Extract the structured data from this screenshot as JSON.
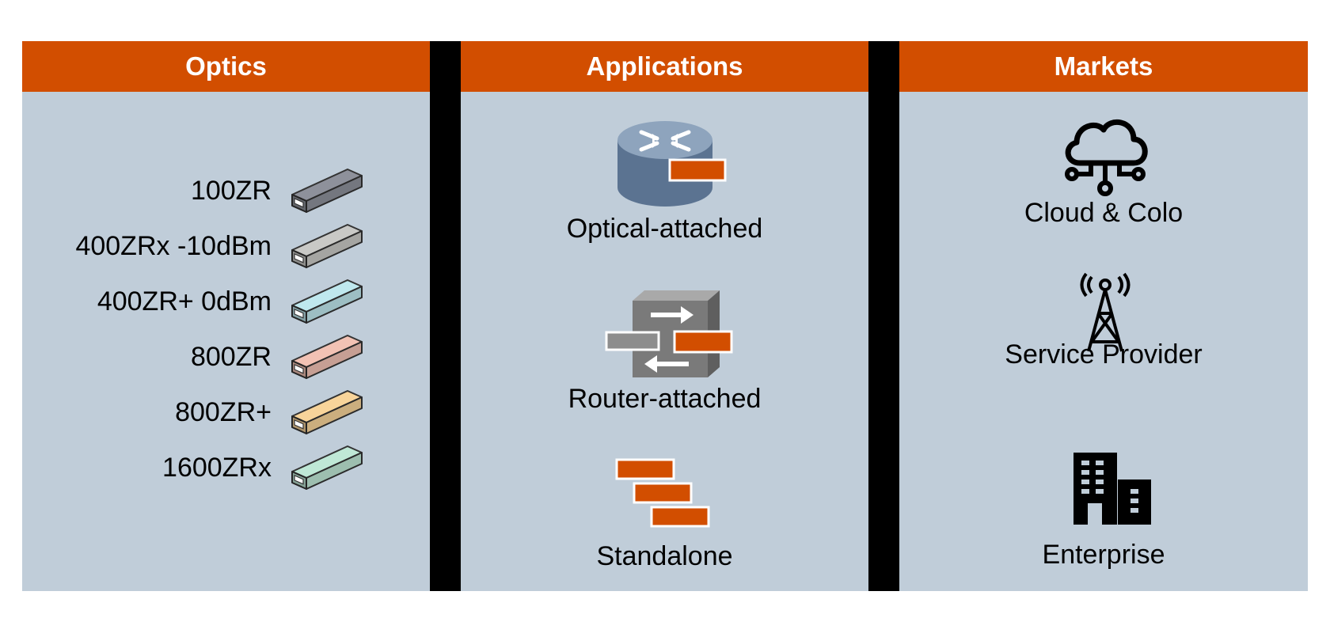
{
  "panels": {
    "optics": {
      "title": "Optics",
      "items": [
        {
          "label": "100ZR",
          "icon": "pluggable-module-icon",
          "color": "#8e919b"
        },
        {
          "label": "400ZRx -10dBm",
          "icon": "pluggable-module-icon",
          "color": "#c9c9c6"
        },
        {
          "label": "400ZR+ 0dBm",
          "icon": "pluggable-module-icon",
          "color": "#bfe8ee"
        },
        {
          "label": "800ZR",
          "icon": "pluggable-module-icon",
          "color": "#f2c2b4"
        },
        {
          "label": "800ZR+",
          "icon": "pluggable-module-icon",
          "color": "#f8d49a"
        },
        {
          "label": "1600ZRx",
          "icon": "pluggable-module-icon",
          "color": "#bfe8d6"
        }
      ]
    },
    "applications": {
      "title": "Applications",
      "items": [
        {
          "label": "Optical-attached",
          "icon": "router-cylinder-icon"
        },
        {
          "label": "Router-attached",
          "icon": "switch-cube-icon"
        },
        {
          "label": "Standalone",
          "icon": "stacked-modules-icon"
        }
      ]
    },
    "markets": {
      "title": "Markets",
      "items": [
        {
          "label": "Cloud & Colo",
          "icon": "cloud-network-icon"
        },
        {
          "label": "Service Provider",
          "icon": "cell-tower-icon"
        },
        {
          "label": "Enterprise",
          "icon": "office-buildings-icon"
        }
      ]
    }
  },
  "colors": {
    "header": "#d24e00",
    "panel": "#c0cdd9",
    "divider": "#000000",
    "accent": "#d24e00",
    "router_blue": "#5b7391",
    "switch_gray": "#7a7a7a"
  }
}
